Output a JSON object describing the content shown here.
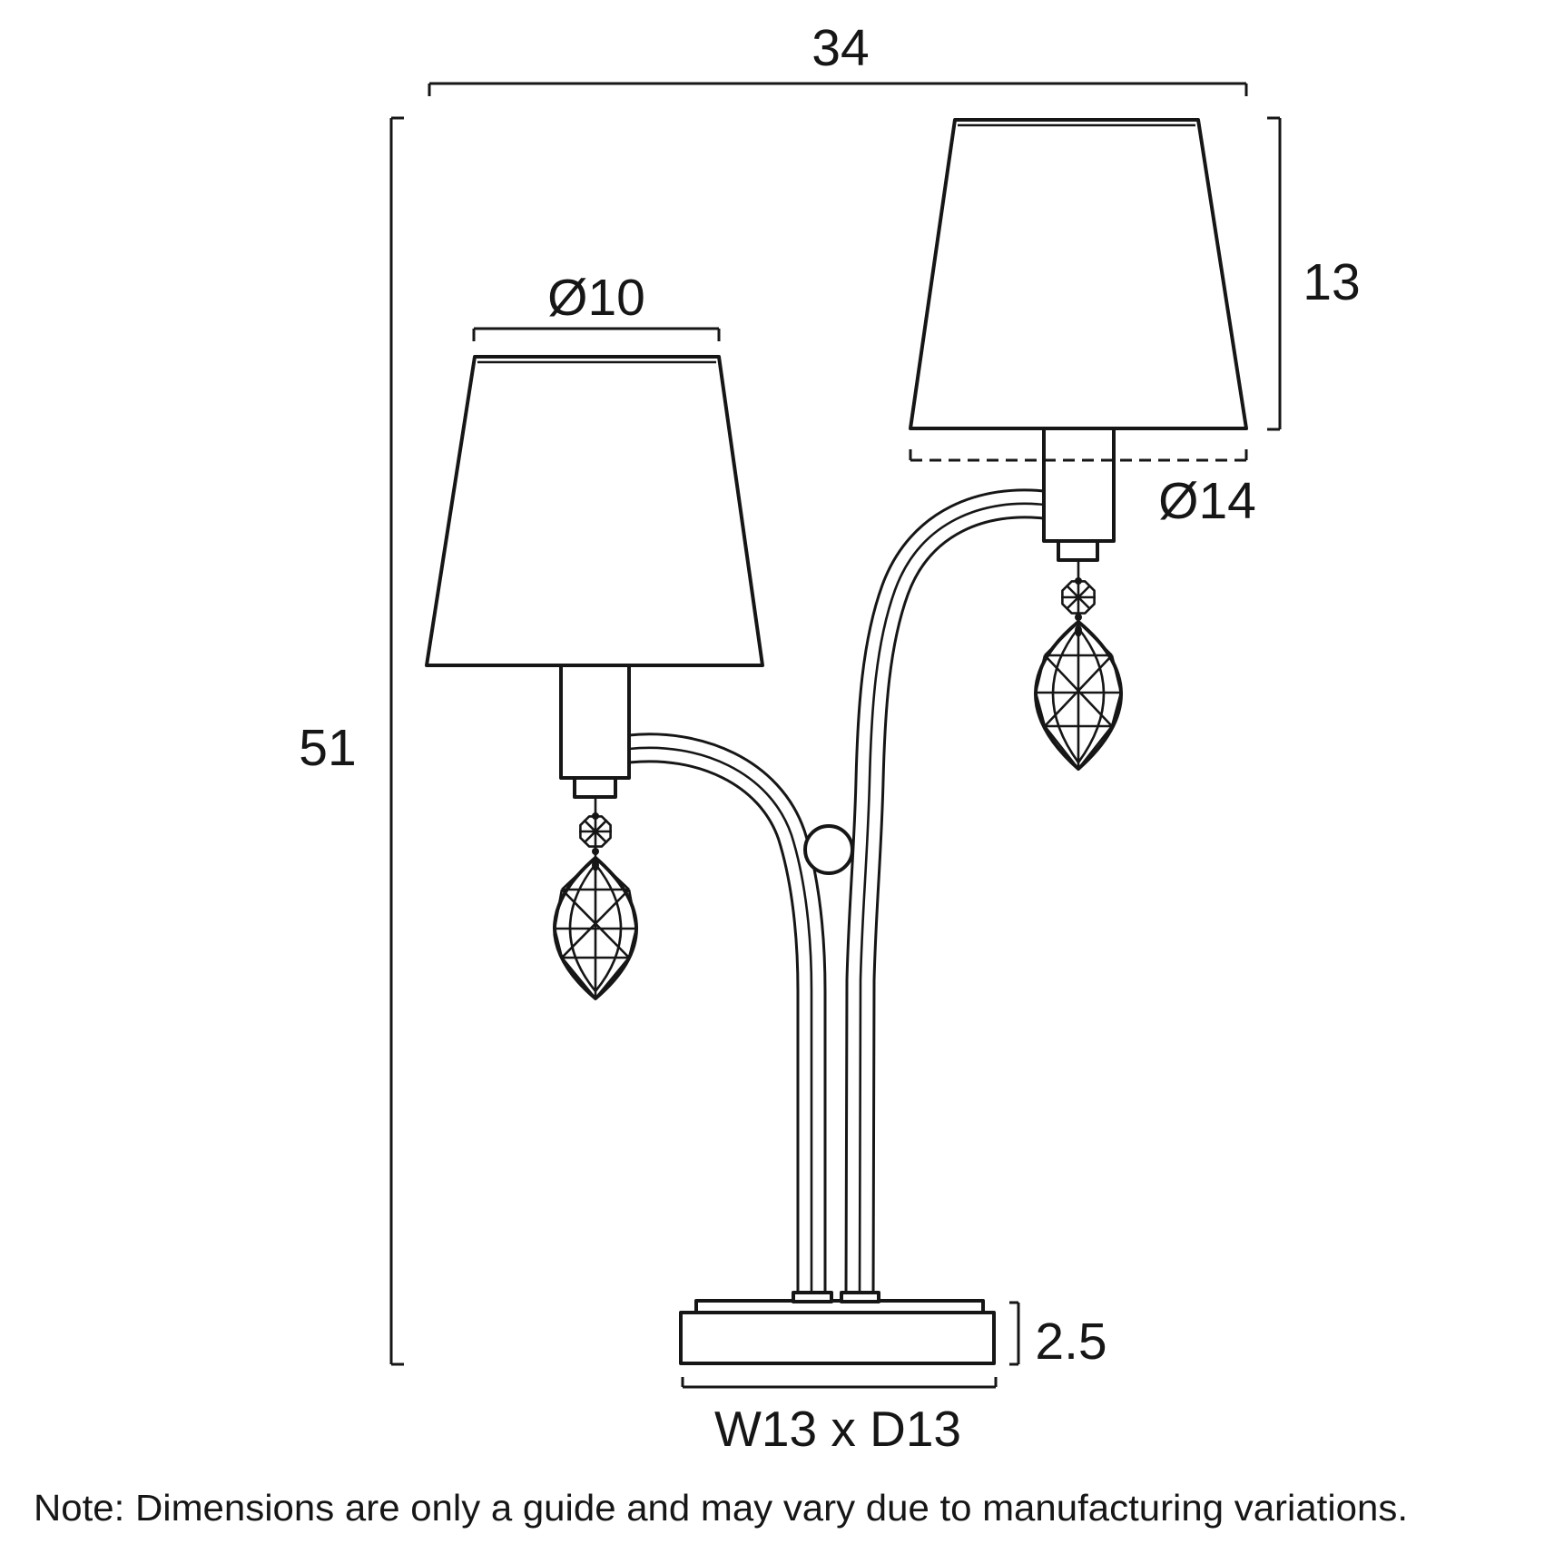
{
  "diagram": {
    "labels": {
      "total_width": "34",
      "total_height": "51",
      "shade_top_diameter": "Ø10",
      "shade_height": "13",
      "shade_bottom_diameter": "Ø14",
      "base_height": "2.5",
      "base_footprint": "W13 x D13"
    },
    "note": "Note: Dimensions are only a guide and may vary due to manufacturing variations.",
    "colors": {
      "line": "#161616",
      "background": "#ffffff"
    }
  }
}
